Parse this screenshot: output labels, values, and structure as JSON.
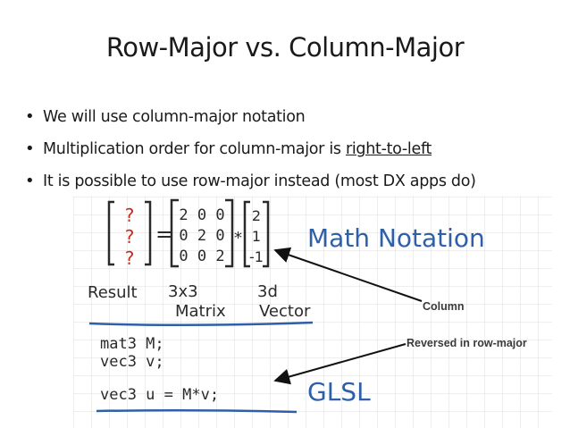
{
  "slide": {
    "title": "Row-Major vs. Column-Major",
    "bullets": [
      {
        "text": "We will use column-major notation"
      },
      {
        "text": "Multiplication order for column-major is ",
        "link": "right-to-left"
      },
      {
        "text": "It is possible to use row-major instead (most DX apps do)"
      }
    ]
  },
  "figure": {
    "handwriting": {
      "result_vector": [
        "?",
        "?",
        "?"
      ],
      "equals": "=",
      "matrix_rows": [
        "2 0 0",
        "0 2 0",
        "0 0 2"
      ],
      "times": "*",
      "vector": [
        "2",
        "1",
        "-1"
      ],
      "math_notation": "Math Notation",
      "labels": {
        "result": "Result",
        "matrix_top": "3x3",
        "matrix_bottom": "Matrix",
        "vector_top": "3d",
        "vector_bottom": "Vector"
      },
      "code_lines": [
        "mat3 M;",
        "vec3 v;"
      ],
      "glsl_line": "vec3 u = M*v;",
      "glsl": "GLSL"
    },
    "callouts": {
      "column": "Column",
      "reversed": "Reversed in row-major"
    },
    "colors": {
      "ink": "#2a2a2a",
      "red_ink": "#cc2a1f",
      "blue_ink": "#2e5fa8",
      "grid": "#d9d9d9",
      "arrow": "#111111"
    }
  }
}
